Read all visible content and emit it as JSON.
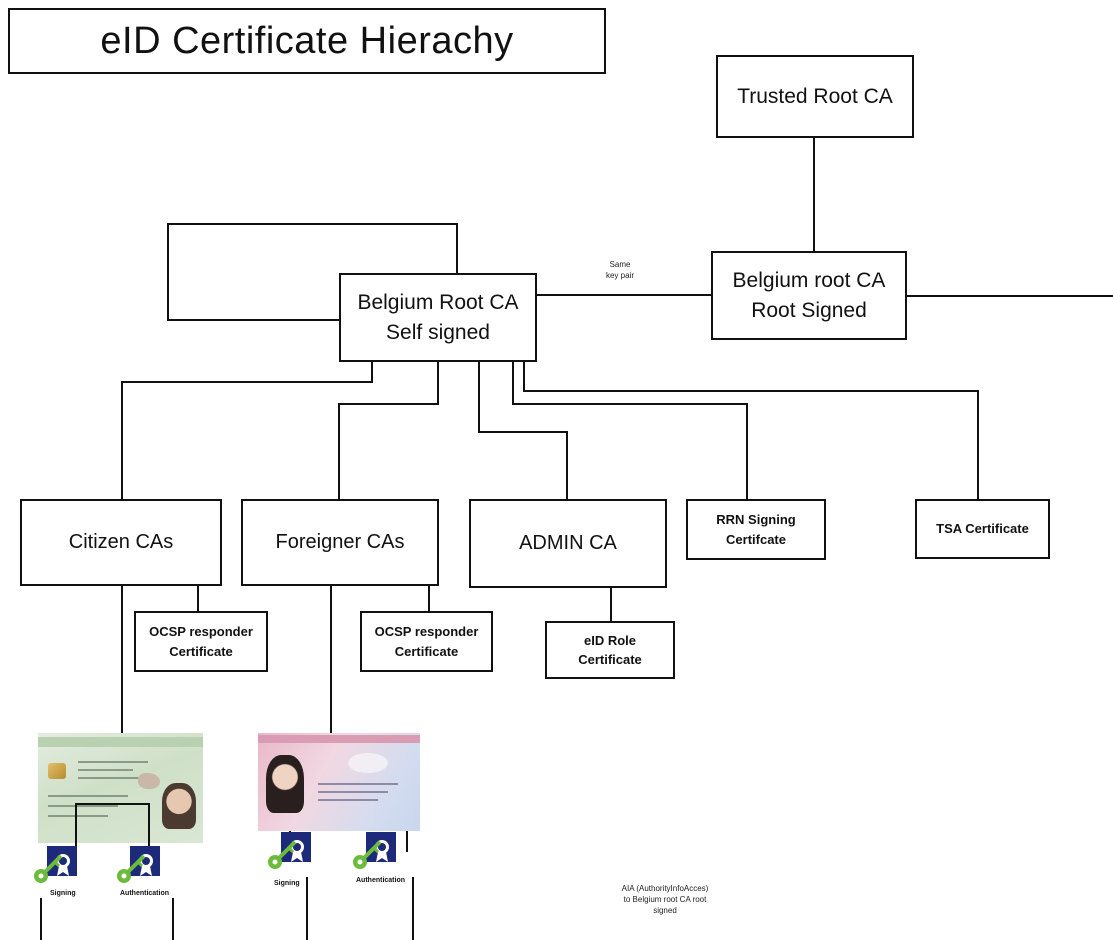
{
  "title": "eID Certificate Hierachy",
  "nodes": {
    "trusted_root": "Trusted Root CA",
    "belgium_root_self": {
      "line1": "Belgium Root CA",
      "line2": "Self signed"
    },
    "belgium_root_signed": {
      "line1": "Belgium root CA",
      "line2": "Root Signed"
    },
    "citizen_cas": "Citizen CAs",
    "foreigner_cas": "Foreigner CAs",
    "admin_ca": "ADMIN CA",
    "rrn_signing": {
      "line1": "RRN Signing",
      "line2": "Certifcate"
    },
    "tsa_certificate": "TSA Certificate",
    "ocsp_citizen": {
      "line1": "OCSP responder",
      "line2": "Certificate"
    },
    "ocsp_foreigner": {
      "line1": "OCSP responder",
      "line2": "Certificate"
    },
    "eid_role": {
      "line1": "eID Role",
      "line2": "Certificate"
    }
  },
  "notes": {
    "same_key_pair": {
      "line1": "Same",
      "line2": "key pair"
    },
    "aia": {
      "line1": "AIA (AuthorityInfoAcces)",
      "line2": "to Belgium root CA root",
      "line3": "signed"
    }
  },
  "icons": {
    "citizen_signing": "Signing",
    "citizen_authentication": "Authentication",
    "foreigner_signing": "Signing",
    "foreigner_authentication": "Authentication"
  },
  "colors": {
    "key_green": "#6dbb3c",
    "seal_navy": "#1d2a7a",
    "line": "#111111"
  }
}
